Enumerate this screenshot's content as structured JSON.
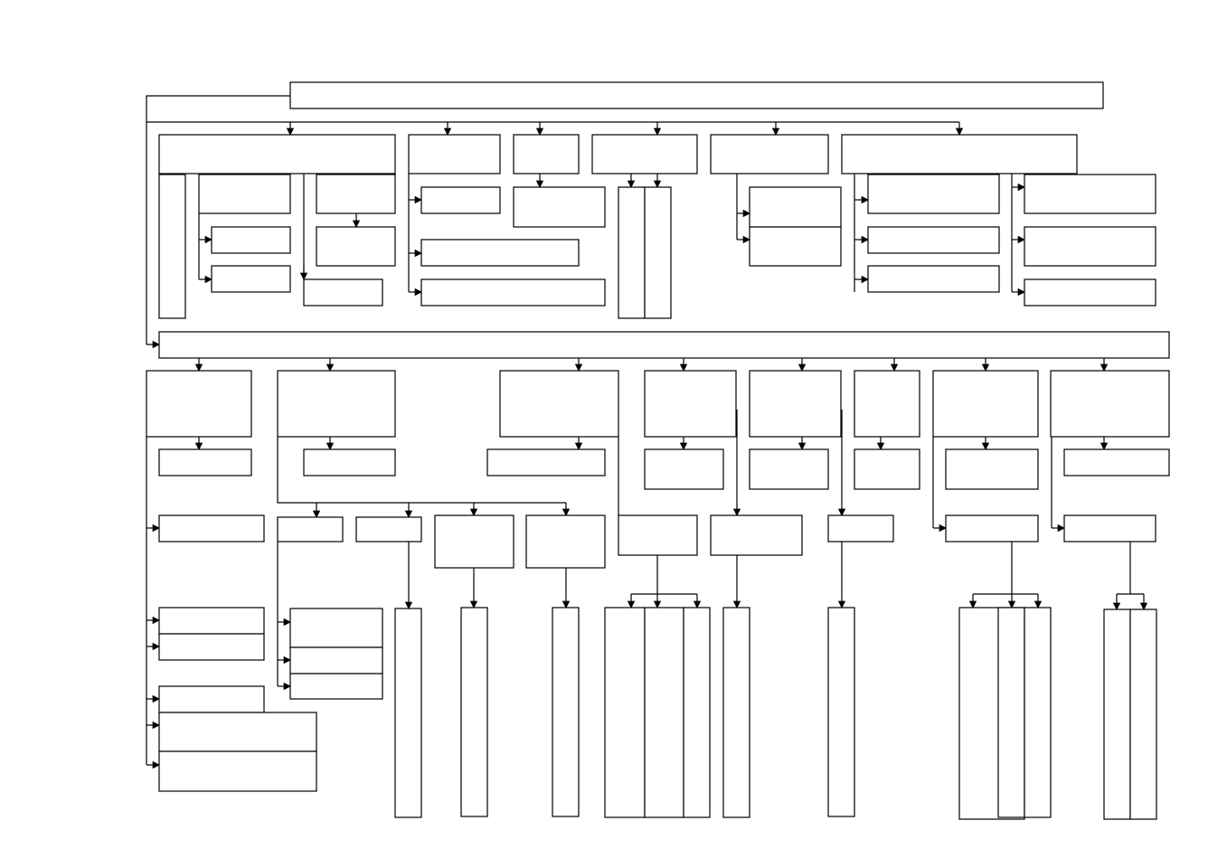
{
  "diagram": {
    "title": "",
    "stroke_color": "#000000",
    "background_color": "#ffffff",
    "node_labels_visible": false,
    "nodes": [
      {
        "id": "root",
        "label": ""
      },
      {
        "id": "level1-a",
        "label": ""
      },
      {
        "id": "level1-b",
        "label": ""
      },
      {
        "id": "level1-c",
        "label": ""
      },
      {
        "id": "level1-d",
        "label": ""
      },
      {
        "id": "level1-e",
        "label": ""
      },
      {
        "id": "level1-f",
        "label": ""
      },
      {
        "id": "middle-bar",
        "label": ""
      },
      {
        "id": "level2-a",
        "label": ""
      },
      {
        "id": "level2-b",
        "label": ""
      },
      {
        "id": "level2-c",
        "label": ""
      },
      {
        "id": "level2-d",
        "label": ""
      },
      {
        "id": "level2-e",
        "label": ""
      },
      {
        "id": "level2-f",
        "label": ""
      },
      {
        "id": "level2-g",
        "label": ""
      },
      {
        "id": "level2-h",
        "label": ""
      }
    ]
  }
}
